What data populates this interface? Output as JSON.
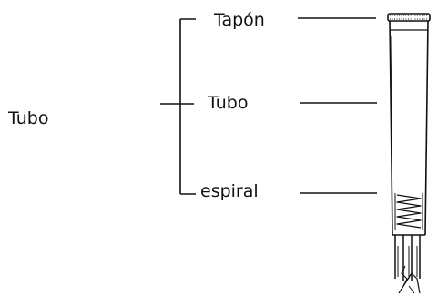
{
  "diagram": {
    "group_label": "Tubo",
    "parts": [
      {
        "id": "cap",
        "label": "Tapón"
      },
      {
        "id": "tube",
        "label": "Tubo"
      },
      {
        "id": "coil",
        "label": "espiral"
      }
    ]
  },
  "colors": {
    "ink": "#111111",
    "background": "#ffffff"
  }
}
